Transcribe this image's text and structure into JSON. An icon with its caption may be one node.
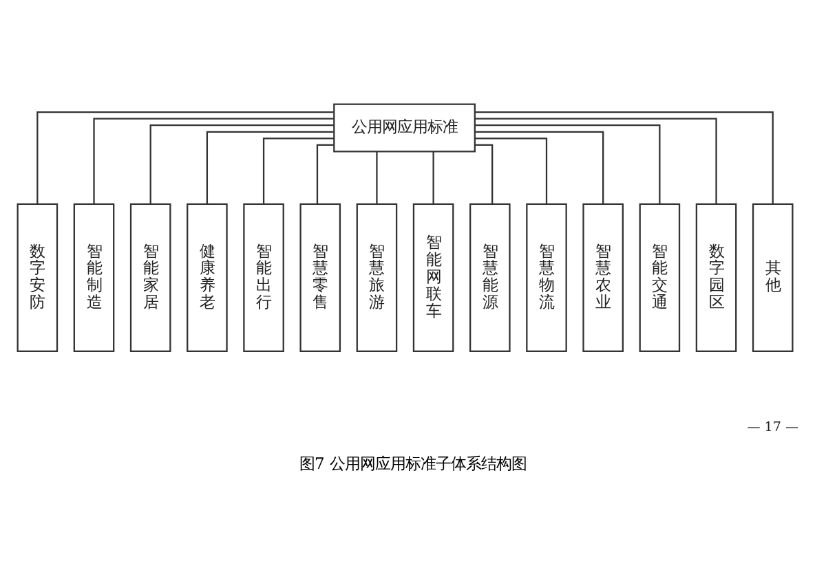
{
  "diagram": {
    "caption": "图7 公用网应用标准子体系结构图",
    "nodes": [
      {
        "text": [
          "公用网应用标准"
        ]
      },
      {
        "text": [
          "数字安防"
        ]
      },
      {
        "text": [
          "智能制造"
        ]
      },
      {
        "text": [
          "智能家居"
        ]
      },
      {
        "text": [
          "健康养老"
        ]
      },
      {
        "text": [
          "智能出行"
        ]
      },
      {
        "text": [
          "智慧零售"
        ]
      },
      {
        "text": [
          "智慧旅游"
        ]
      },
      {
        "text": [
          "智能网联车"
        ]
      },
      {
        "text": [
          "智慧能源"
        ]
      },
      {
        "text": [
          "智慧物流"
        ]
      },
      {
        "text": [
          "智慧农业"
        ]
      },
      {
        "text": [
          "智能交通"
        ]
      },
      {
        "text": [
          "数字园区"
        ]
      },
      {
        "text": [
          "其他"
        ]
      }
    ],
    "edges": [
      {
        "from": 0,
        "to": 1,
        "arrow": "none"
      },
      {
        "from": 0,
        "to": 2,
        "arrow": "none"
      },
      {
        "from": 0,
        "to": 3,
        "arrow": "none"
      },
      {
        "from": 0,
        "to": 4,
        "arrow": "none"
      },
      {
        "from": 0,
        "to": 5,
        "arrow": "none"
      },
      {
        "from": 0,
        "to": 6,
        "arrow": "none"
      },
      {
        "from": 0,
        "to": 7,
        "arrow": "none"
      },
      {
        "from": 0,
        "to": 8,
        "arrow": "none"
      },
      {
        "from": 0,
        "to": 9,
        "arrow": "none"
      },
      {
        "from": 0,
        "to": 10,
        "arrow": "none"
      },
      {
        "from": 0,
        "to": 11,
        "arrow": "none"
      },
      {
        "from": 0,
        "to": 12,
        "arrow": "none"
      },
      {
        "from": 0,
        "to": 13,
        "arrow": "none"
      },
      {
        "from": 0,
        "to": 14,
        "arrow": "none"
      }
    ],
    "labels": [
      "— 17 —"
    ]
  }
}
